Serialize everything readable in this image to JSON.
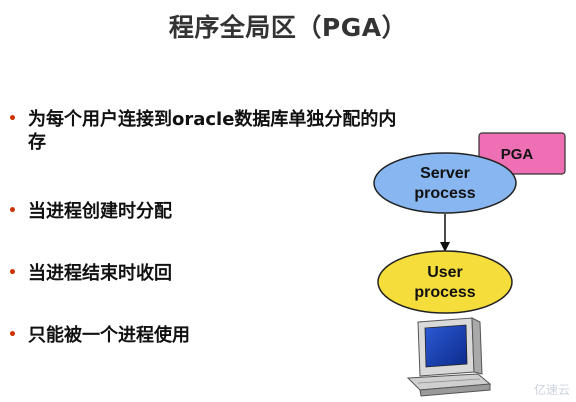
{
  "title": "程序全局区（PGA）",
  "bullets": [
    "为每个用户连接到oracle数据库单独分配的内存",
    "当进程创建时分配",
    "当进程结束时收回",
    "只能被一个进程使用"
  ],
  "bullet_symbol": "•",
  "diagram": {
    "pga_label": "PGA",
    "server_line1": "Server",
    "server_line2": "process",
    "user_line1": "User",
    "user_line2": "process",
    "colors": {
      "pga_fill": "#ef6fb4",
      "server_fill": "#87b6f0",
      "user_fill": "#f5dd3c",
      "bullet": "#cc3300"
    }
  },
  "watermark": "亿速云"
}
